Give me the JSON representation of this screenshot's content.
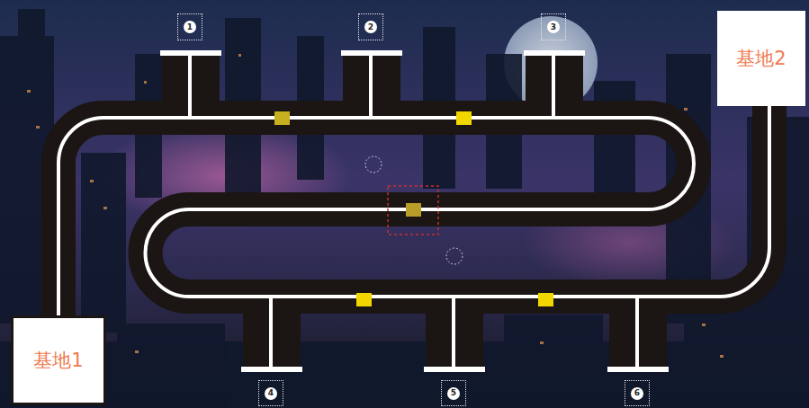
{
  "diagram": {
    "nodes": [
      {
        "text": [
          "1"
        ]
      },
      {
        "text": [
          "2"
        ]
      },
      {
        "text": [
          "3"
        ]
      },
      {
        "text": [
          "基地2"
        ]
      },
      {
        "text": [
          "基地1"
        ]
      },
      {
        "text": [
          "4"
        ]
      },
      {
        "text": [
          "5"
        ]
      },
      {
        "text": [
          "6"
        ]
      }
    ]
  }
}
